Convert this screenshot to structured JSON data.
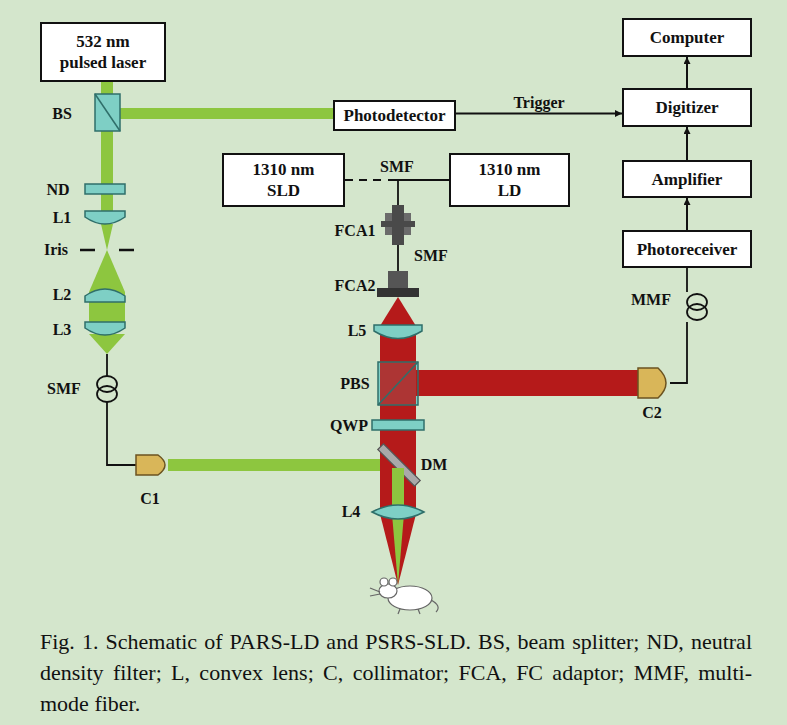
{
  "diagram": {
    "caption": "Fig. 1. Schematic of PARS-LD and PSRS-SLD. BS, beam splitter; ND, neutral density filter; L, convex lens; C, collimator; FCA, FC adaptor; MMF, multi-mode fiber.",
    "nodes": [
      {
        "text": [
          "532 nm pulsed laser"
        ]
      },
      {
        "text": [
          "Computer"
        ]
      },
      {
        "text": [
          "Photodetector"
        ]
      },
      {
        "text": [
          "Digitizer"
        ]
      },
      {
        "text": [
          "1310 nm SLD"
        ]
      },
      {
        "text": [
          "1310 nm LD"
        ]
      },
      {
        "text": [
          "Amplifier"
        ]
      },
      {
        "text": [
          "Photoreceiver"
        ]
      }
    ],
    "edges": [
      {
        "from": 2,
        "to": 3,
        "label": "Trigger",
        "arrow": "to"
      },
      {
        "from": 7,
        "to": 6,
        "arrow": "to"
      },
      {
        "from": 6,
        "to": 3,
        "arrow": "to"
      },
      {
        "from": 3,
        "to": 1,
        "arrow": "to"
      }
    ],
    "labels": [
      "BS",
      "ND",
      "L1",
      "Iris",
      "L2",
      "L3",
      "SMF",
      "C1",
      "SMF",
      "FCA1",
      "SMF",
      "FCA2",
      "L5",
      "PBS",
      "QWP",
      "DM",
      "L4",
      "C2",
      "MMF"
    ]
  }
}
